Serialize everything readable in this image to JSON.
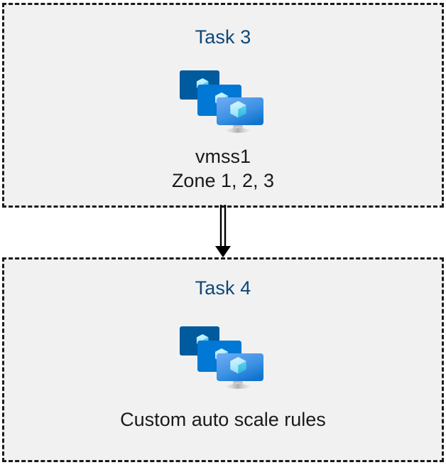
{
  "diagram": {
    "type": "flow",
    "background_color": "#ffffff",
    "box_fill_color": "#f1f1f1",
    "box_border_color": "#1a1a1a",
    "title_color": "#0d4878",
    "caption_color": "#1a1a1a",
    "nodes": [
      {
        "id": "task3",
        "title": "Task 3",
        "icon": "azure-virtual-machine-scale-set-icon",
        "caption_line1": "vmss1",
        "caption_line2": "Zone 1, 2, 3"
      },
      {
        "id": "task4",
        "title": "Task 4",
        "icon": "azure-virtual-machine-scale-set-icon",
        "caption_line1": "Custom auto scale rules",
        "caption_line2": ""
      }
    ],
    "connector": {
      "from": "task3",
      "to": "task4",
      "style": "double-line-arrow-down",
      "color": "#000000"
    }
  },
  "icon_colors": {
    "monitor_back": "#005a9e",
    "monitor_mid": "#0078d4",
    "monitor_front_top": "#5ea0ef",
    "monitor_front_bottom": "#1b7ad4",
    "cube_light": "#c3f1ff",
    "cube_mid": "#9cebff",
    "cube_dark": "#32bedd",
    "stand_light": "#c8c8c8",
    "stand_dark": "#9a9a9a"
  }
}
